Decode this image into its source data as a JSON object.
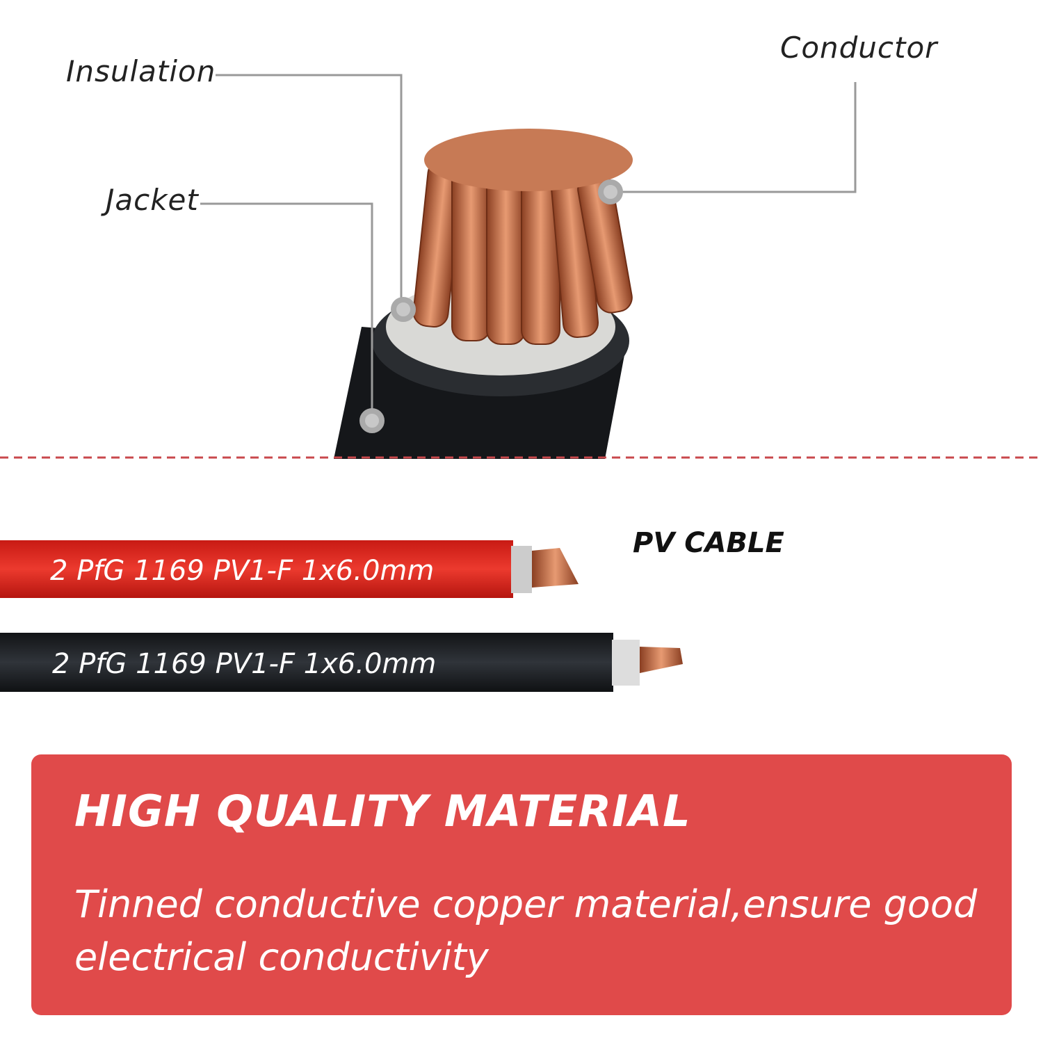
{
  "callouts": {
    "insulation": "Insulation",
    "jacket": "Jacket",
    "conductor": "Conductor"
  },
  "cables": {
    "red_print": "2 PfG 1169 PV1-F 1x6.0mm",
    "black_print": "2 PfG 1169 PV1-F 1x6.0mm",
    "title": "PV CABLE"
  },
  "banner": {
    "heading": "HIGH QUALITY MATERIAL",
    "body": "Tinned conductive copper material,ensure good electrical conductivity"
  },
  "colors": {
    "accent": "#e04a4a",
    "dash": "#c9484c",
    "red_cable": "#e0241c",
    "black_cable": "#1f2226",
    "copper": "#c8734a"
  }
}
